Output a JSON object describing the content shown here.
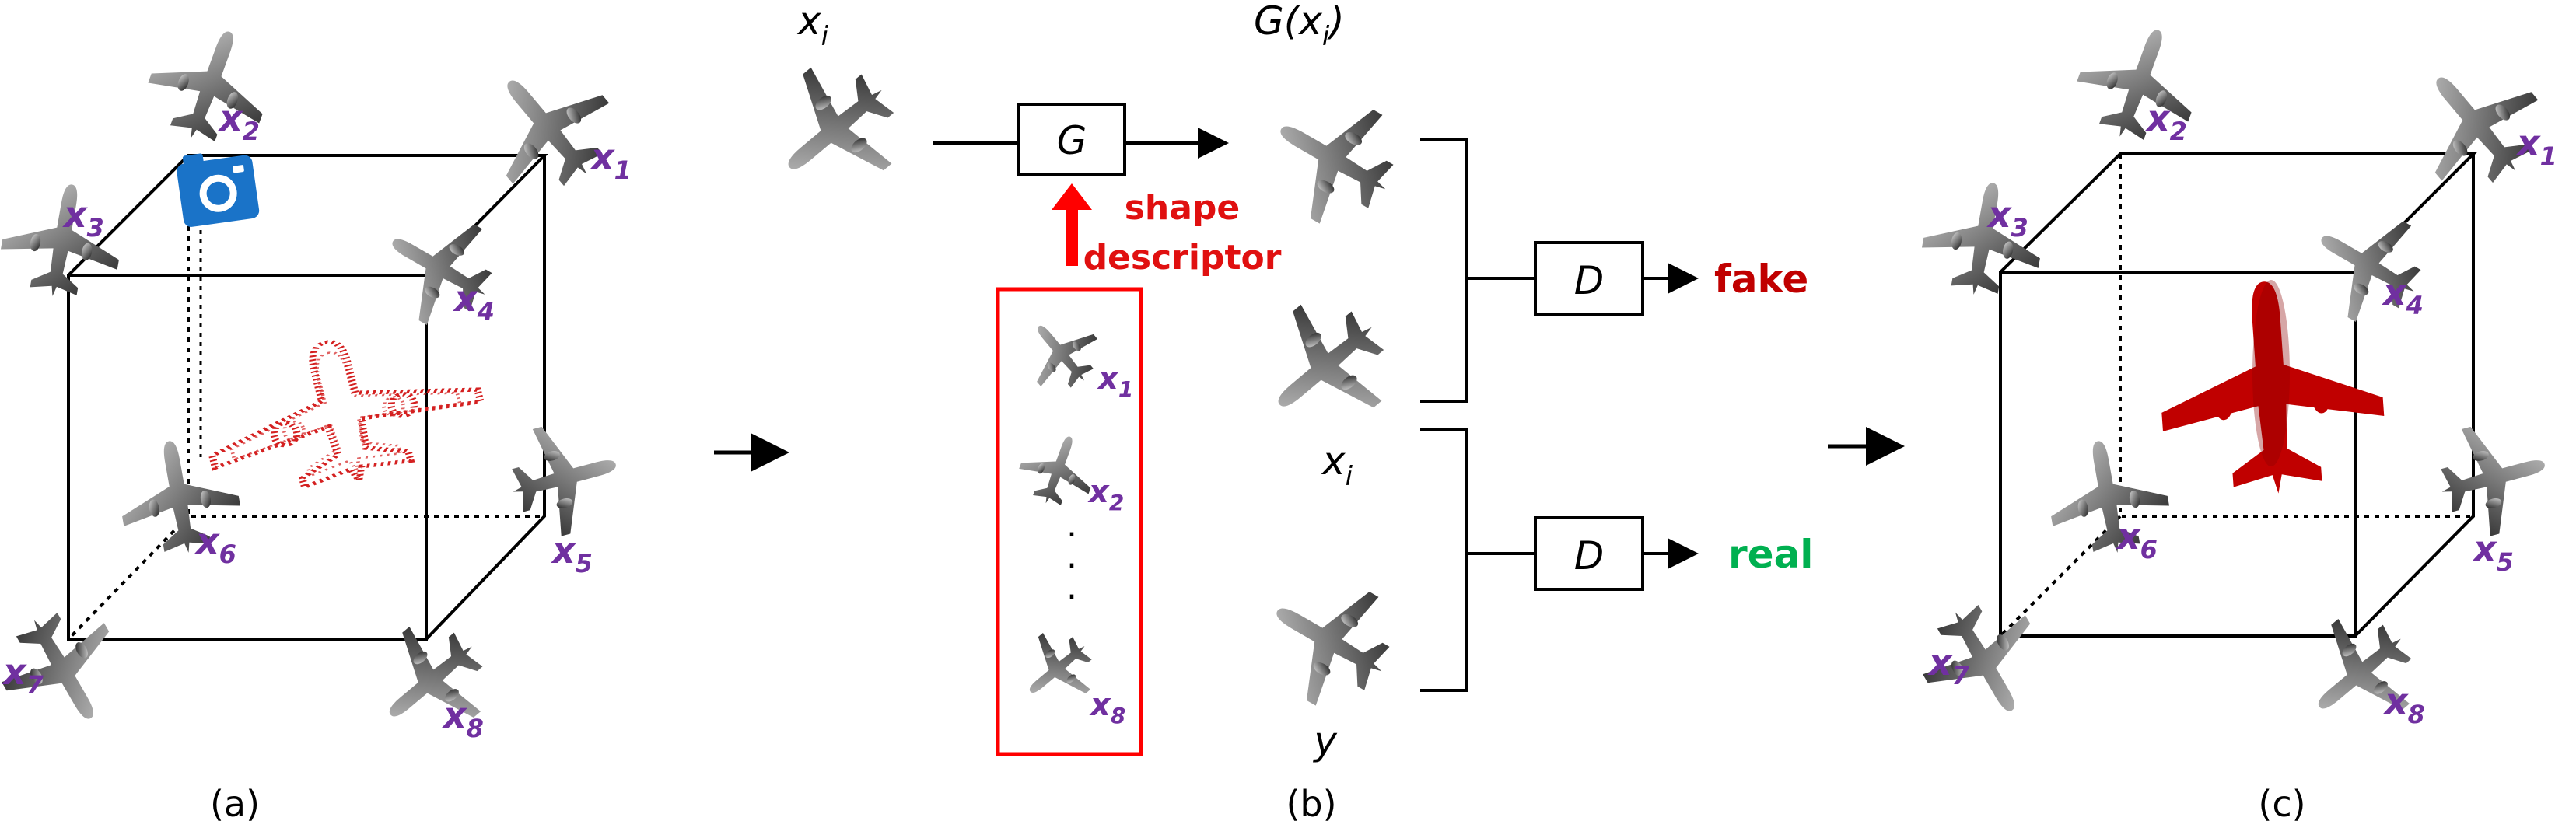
{
  "colors": {
    "point_cloud": "#d42020",
    "mesh": "#c00000",
    "view_label": "#7030a0",
    "descriptor": "#ff0000",
    "fake": "#c00000",
    "real": "#00b050",
    "camera": "#1a73c8"
  },
  "panel_a": {
    "caption": "(a)",
    "views": [
      {
        "sub": "1"
      },
      {
        "sub": "2"
      },
      {
        "sub": "3"
      },
      {
        "sub": "4"
      },
      {
        "sub": "5"
      },
      {
        "sub": "6"
      },
      {
        "sub": "7"
      },
      {
        "sub": "8"
      }
    ],
    "camera_icon": "camera-icon"
  },
  "panel_b": {
    "caption": "(b)",
    "input_label": "x",
    "input_sub": "i",
    "output_label": "G(x",
    "output_sub": "i",
    "output_close": ")",
    "generator": "G",
    "descriptor_line1": "shape",
    "descriptor_line2": "descriptor",
    "descriptor_views": [
      {
        "sub": "1"
      },
      {
        "sub": "2"
      },
      {
        "sub": "8"
      }
    ],
    "descriptor_ellipsis": ".",
    "pair_label": "x",
    "pair_sub": "i",
    "target_label": "y",
    "discriminator_1": "D",
    "discriminator_2": "D",
    "fake_label": "fake",
    "real_label": "real"
  },
  "panel_c": {
    "caption": "(c)",
    "views": [
      {
        "sub": "1"
      },
      {
        "sub": "2"
      },
      {
        "sub": "3"
      },
      {
        "sub": "4"
      },
      {
        "sub": "5"
      },
      {
        "sub": "6"
      },
      {
        "sub": "7"
      },
      {
        "sub": "8"
      }
    ]
  }
}
